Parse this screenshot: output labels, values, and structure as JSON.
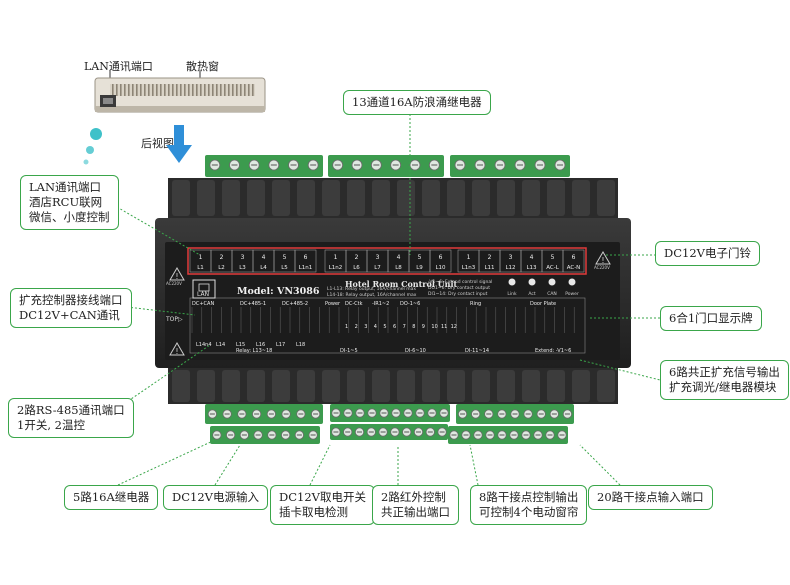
{
  "top_view": {
    "lan_port_label": "LAN通讯端口",
    "vent_label": "散热窗",
    "rear_view_label": "后视图"
  },
  "device": {
    "unit_title": "Hotel Room Control Unit",
    "model": "Model: VN3086",
    "lan_badge": "LAN",
    "ac_left": "AC220V",
    "ac_right": "AC220V",
    "top_arrow_label": "TOP",
    "relay_group_1": {
      "numbers": [
        "1",
        "2",
        "3",
        "4",
        "5",
        "6"
      ],
      "labels": [
        "L1",
        "L2",
        "L3",
        "L4",
        "L5",
        "L1n1"
      ]
    },
    "relay_group_2": {
      "numbers": [
        "1",
        "2",
        "3",
        "4",
        "5",
        "6"
      ],
      "labels": [
        "L1n2",
        "L6",
        "L7",
        "L8",
        "L9",
        "L10"
      ]
    },
    "relay_group_3": {
      "numbers": [
        "1",
        "2",
        "3",
        "4",
        "5",
        "6"
      ],
      "labels": [
        "L1n3",
        "L11",
        "L12",
        "L13",
        "AC-L",
        "AC-N"
      ]
    },
    "spec_lines": [
      "L1-L13: Relay output, 16A/channel max",
      "L14-18: Relay output, 16A/channel max"
    ],
    "spec_lines_right": [
      "-V1~6: Extend control signal",
      "DO1~6: Dry contact output",
      "DI1~14: Dry contact input"
    ],
    "indicators": [
      "Link",
      "Act",
      "CAN",
      "Power"
    ],
    "lower_headers": [
      "DC+CAN",
      "DC+485-1",
      "DC+485-2",
      "Power",
      "DC-Ctk",
      "-IR1~2",
      "DO-1~6",
      "Ring",
      "Door Plate"
    ],
    "lower_left_text": "Relay: L13~18",
    "lower_mid_labels": [
      "DI-1~5",
      "DI-6~10",
      "DI-11~14",
      "Extend: -V1~6"
    ],
    "lower_numbers": [
      "1",
      "2",
      "3",
      "4",
      "5",
      "6",
      "7",
      "8",
      "9",
      "10",
      "11",
      "12"
    ],
    "bottom_row_labels": [
      "L14n4",
      "L14",
      "L15",
      "L16",
      "L17",
      "L18"
    ]
  },
  "callouts": {
    "relay13": "13通道16A防浪涌继电器",
    "lan_rcu": [
      "LAN通讯端口",
      "酒店RCU联网",
      "微信、小度控制"
    ],
    "dc12_door": "DC12V电子门铃",
    "ext_ctrl": [
      "扩充控制器接线端口",
      "DC12V+CAN通讯"
    ],
    "doorplate": "6合1门口显示牌",
    "rs485": [
      "2路RS-485通讯端口",
      "1开关, 2温控"
    ],
    "extend6": [
      "6路共正扩充信号输出",
      "扩充调光/继电器模块"
    ],
    "relay5": "5路16A继电器",
    "dc12_power": "DC12V电源输入",
    "card": [
      "DC12V取电开关",
      "插卡取电检测"
    ],
    "ir": [
      "2路红外控制",
      "共正输出端口"
    ],
    "dry8": [
      "8路干接点控制输出",
      "可控制4个电动窗帘"
    ],
    "dry20": "20路干接点输入端口"
  },
  "colors": {
    "terminal_green": "#3c9b4e",
    "body_dark": "#2b2b2b",
    "panel_black": "#1c1c1c",
    "callout_border": "#3aa64a",
    "relay_box_red": "#e23b3b",
    "arrow_blue": "#2f8fd8",
    "dot_cyan": "#3fc1c9"
  }
}
